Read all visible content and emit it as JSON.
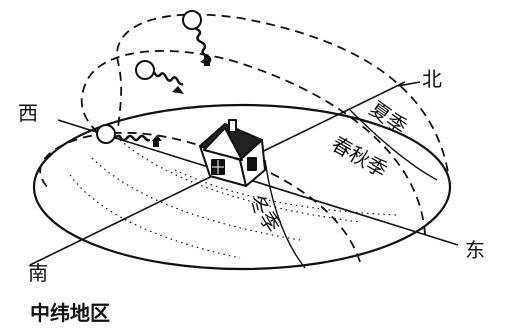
{
  "directions": {
    "north": "北",
    "east": "东",
    "south": "南",
    "west": "西"
  },
  "seasons": {
    "summer": "夏季",
    "spring_autumn": "春秋季",
    "winter": "冬季"
  },
  "caption": "中纬地区"
}
